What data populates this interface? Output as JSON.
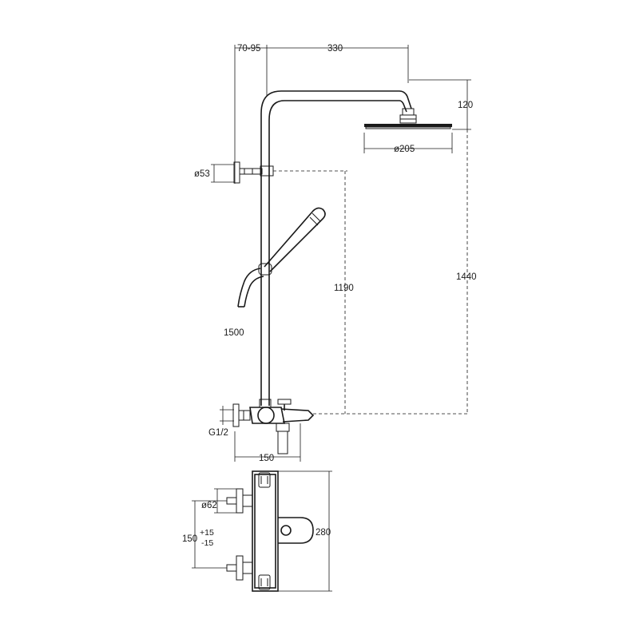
{
  "dimensions": {
    "offset": "70-95",
    "arm_length": "330",
    "head_drop": "120",
    "head_diameter": "ø205",
    "bracket_diameter": "ø53",
    "bracket_height": "1190",
    "overall_height": "1440",
    "hose_length": "1500",
    "inlet_thread": "G1/2",
    "mixer_depth": "150",
    "escutcheon_diameter": "ø62",
    "inlet_spacing": "150",
    "inlet_spacing_tol_plus": "+15",
    "inlet_spacing_tol_minus": "-15",
    "mixer_length": "280"
  }
}
